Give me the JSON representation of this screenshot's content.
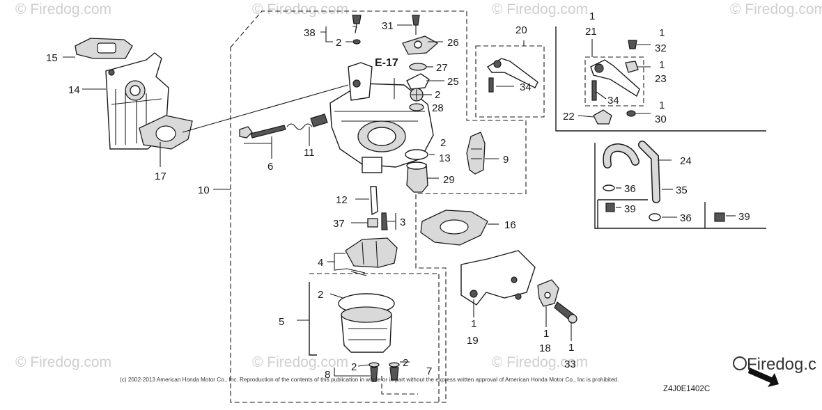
{
  "watermark": {
    "text": "© Firedog.com",
    "logo_text": "Firedog.c"
  },
  "copyright": "(c) 2002-2013 American Honda Motor Co., Inc. Reproduction of the contents of this publication in whole or in part without the express written approval of American Honda Motor Co., Inc is prohibited.",
  "diagram_code": "Z4J0E1402C",
  "reference": "E-17",
  "callouts": {
    "c15": "15",
    "c14": "14",
    "c17": "17",
    "c10": "10",
    "c38": "38",
    "c2a": "2",
    "c31": "31",
    "c26": "26",
    "c27": "27",
    "c25": "25",
    "c2b": "2",
    "c28": "28",
    "c6": "6",
    "c11": "11",
    "c2c": "2",
    "c13": "13",
    "c29": "29",
    "c9": "9",
    "c12": "12",
    "c37": "37",
    "c3": "3",
    "c4": "4",
    "c2d": "2",
    "c5": "5",
    "c8": "8",
    "c2e": "2",
    "c2f": "2",
    "c7": "7",
    "c20": "20",
    "c34a": "34",
    "c16": "16",
    "c19": "19",
    "c19q": "1",
    "c18": "18",
    "c18q": "1",
    "c33": "33",
    "c33q": "1",
    "c21": "21",
    "c21q": "1",
    "c32": "32",
    "c32q": "1",
    "c23": "23",
    "c23q": "1",
    "c34b": "34",
    "c22": "22",
    "c30": "30",
    "c30q": "1",
    "c24": "24",
    "c36a": "36",
    "c35": "35",
    "c39a": "39",
    "c36b": "36",
    "c39b": "39"
  }
}
